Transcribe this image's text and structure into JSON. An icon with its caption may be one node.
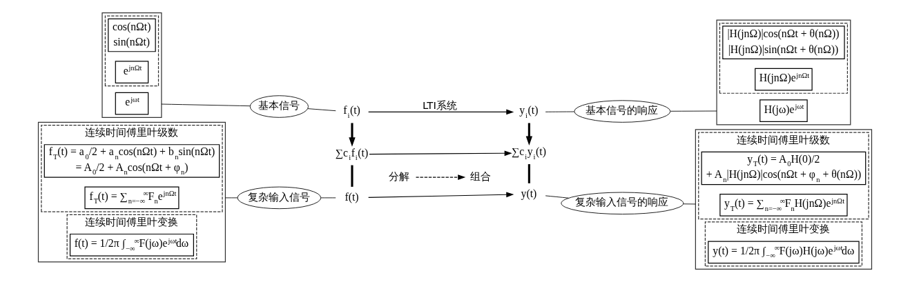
{
  "diagram": {
    "nodes": [
      {
        "text": [],
        "shape": "box"
      },
      {
        "text": [],
        "shape": "box",
        "in": 0
      },
      {
        "text": [
          "cos(nΩt)",
          "sin(nΩt)"
        ],
        "in": 1
      },
      {
        "text": [
          "e$^{jnΩt}$"
        ],
        "in": 1
      },
      {
        "text": [
          "e$^{jωt}$"
        ],
        "in": 0
      },
      {
        "text": [
          "基本信号"
        ]
      },
      {
        "text": [
          "f$_{i}$(t)"
        ]
      },
      {
        "text": [
          "y$_{i}$(t)"
        ]
      },
      {
        "text": [
          "基本信号的响应"
        ]
      },
      {
        "text": [],
        "shape": "box"
      },
      {
        "text": [],
        "shape": "box",
        "in": 9
      },
      {
        "text": [
          "|H(jnΩ)|cos(nΩt + θ(nΩ))",
          "|H(jnΩ)|sin(nΩt + θ(nΩ))"
        ],
        "in": 10
      },
      {
        "text": [
          "H(jnΩ)e$^{jnΩt}$"
        ],
        "in": 10
      },
      {
        "text": [
          "H(jω)e$^{jωt}$"
        ],
        "in": 9
      },
      {
        "text": [
          "∑c$_{i}$f$_{i}$(t)"
        ]
      },
      {
        "text": [
          "∑c$_{i}$y$_{i}$(t)"
        ]
      },
      {
        "text": [
          "分解"
        ]
      },
      {
        "text": [
          "组合"
        ]
      },
      {
        "text": [
          "f(t)"
        ]
      },
      {
        "text": [
          "y(t)"
        ]
      },
      {
        "text": [
          "复杂输入信号"
        ]
      },
      {
        "text": [
          "复杂输入信号的响应"
        ]
      },
      {
        "text": [],
        "shape": "box"
      },
      {
        "text": [
          "连续时间傅里叶级数"
        ],
        "in": 22
      },
      {
        "text": [
          "f$_{T}$(t) = a$_{0}$/2 + a$_{n}$cos(nΩt) + b$_{n}$sin(nΩt)",
          "= A$_{0}$/2 + A$_{n}$cos(nΩt + φ$_{n}$)"
        ],
        "in": 23
      },
      {
        "text": [
          "f$_{T}$(t) = ∑$_{n=−∞}$$^{∞}$F$_{n}$e$^{jnΩt}$"
        ],
        "in": 23
      },
      {
        "text": [
          "连续时间傅里叶变换"
        ],
        "in": 22
      },
      {
        "text": [
          "f(t) = 1/2π ∫$_{−∞}$$^{∞}$F(jω)e$^{jωt}$dω"
        ],
        "in": 26
      },
      {
        "text": [],
        "shape": "box"
      },
      {
        "text": [
          "连续时间傅里叶级数"
        ],
        "in": 28
      },
      {
        "text": [
          "y$_{T}$(t) = A$_{0}$H(0)/2",
          "+ A$_{n}$|H(jnΩ)|cos(nΩt + φ$_{n}$ + θ(nΩ))"
        ],
        "in": 29
      },
      {
        "text": [
          "y$_{T}$(t) = ∑$_{n=−∞}$$^{∞}$F$_{n}$H(jnΩ)e$^{jnΩt}$"
        ],
        "in": 29
      },
      {
        "text": [
          "连续时间傅里叶变换"
        ],
        "in": 28
      },
      {
        "text": [
          "y(t) = 1/2π ∫$_{−∞}$$^{∞}$F(jω)H(jω)e$^{jωt}$dω"
        ],
        "in": 32
      }
    ],
    "edges": [
      {
        "from": 6,
        "to": 7,
        "arrow": "to",
        "label": "LTI系统"
      },
      {
        "from": 6,
        "to": 14,
        "arrow": "to",
        "style": "thick"
      },
      {
        "from": 7,
        "to": 15,
        "arrow": "to",
        "style": "thick"
      },
      {
        "from": 14,
        "to": 15,
        "arrow": "to"
      },
      {
        "from": 14,
        "to": 18,
        "arrow": "none",
        "style": "thick"
      },
      {
        "from": 15,
        "to": 19,
        "arrow": "none",
        "style": "thick"
      },
      {
        "from": 16,
        "to": 17,
        "arrow": "to",
        "style": "dashed"
      },
      {
        "from": 18,
        "to": 19,
        "arrow": "to"
      },
      {
        "from": 0,
        "to": 5,
        "arrow": "none"
      },
      {
        "from": 5,
        "to": 6,
        "arrow": "none"
      },
      {
        "from": 7,
        "to": 8,
        "arrow": "none"
      },
      {
        "from": 8,
        "to": 9,
        "arrow": "none"
      },
      {
        "from": 22,
        "to": 20,
        "arrow": "none"
      },
      {
        "from": 20,
        "to": 18,
        "arrow": "none"
      },
      {
        "from": 19,
        "to": 21,
        "arrow": "none"
      },
      {
        "from": 21,
        "to": 28,
        "arrow": "none"
      }
    ]
  }
}
